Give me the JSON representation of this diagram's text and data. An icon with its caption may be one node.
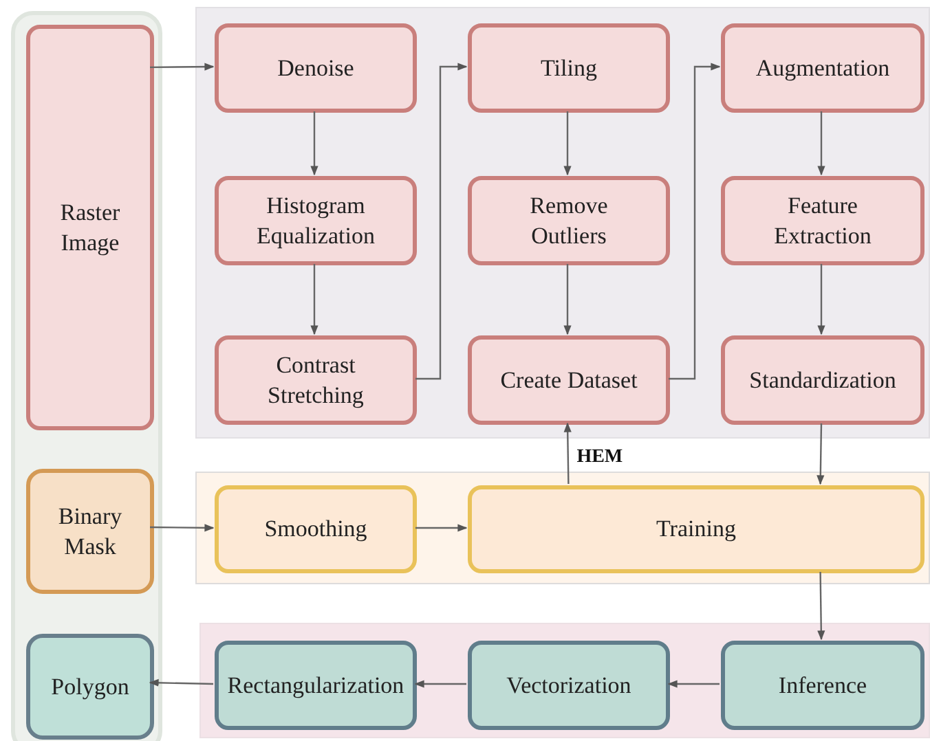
{
  "diagram": {
    "nodes": [
      {
        "text": [],
        "shape": "box"
      },
      {
        "text": [
          "Raster Image"
        ],
        "in": 0
      },
      {
        "text": [
          "Binary Mask"
        ],
        "in": 0
      },
      {
        "text": [
          "Polygon"
        ],
        "in": 0
      },
      {
        "text": [],
        "shape": "box"
      },
      {
        "text": [
          "Denoise"
        ],
        "in": 4
      },
      {
        "text": [
          "Histogram Equalization"
        ],
        "in": 4
      },
      {
        "text": [
          "Contrast Stretching"
        ],
        "in": 4
      },
      {
        "text": [
          "Tiling"
        ],
        "in": 4
      },
      {
        "text": [
          "Remove Outliers"
        ],
        "in": 4
      },
      {
        "text": [
          "Create Dataset"
        ],
        "in": 4
      },
      {
        "text": [
          "Augmentation"
        ],
        "in": 4
      },
      {
        "text": [
          "Feature Extraction"
        ],
        "in": 4
      },
      {
        "text": [
          "Standardization"
        ],
        "in": 4
      },
      {
        "text": [],
        "shape": "box"
      },
      {
        "text": [
          "Smoothing"
        ],
        "in": 14
      },
      {
        "text": [
          "Training"
        ],
        "in": 14
      },
      {
        "text": [],
        "shape": "box"
      },
      {
        "text": [
          "Rectangularization"
        ],
        "in": 17
      },
      {
        "text": [
          "Vectorization"
        ],
        "in": 17
      },
      {
        "text": [
          "Inference"
        ],
        "in": 17
      }
    ],
    "edges": [
      {
        "from": 1,
        "to": 5,
        "arrow": "to"
      },
      {
        "from": 5,
        "to": 6,
        "arrow": "to"
      },
      {
        "from": 6,
        "to": 7,
        "arrow": "to"
      },
      {
        "from": 7,
        "to": 8,
        "arrow": "to"
      },
      {
        "from": 8,
        "to": 9,
        "arrow": "to"
      },
      {
        "from": 9,
        "to": 10,
        "arrow": "to"
      },
      {
        "from": 10,
        "to": 11,
        "arrow": "to"
      },
      {
        "from": 11,
        "to": 12,
        "arrow": "to"
      },
      {
        "from": 12,
        "to": 13,
        "arrow": "to"
      },
      {
        "from": 13,
        "to": 16,
        "arrow": "to"
      },
      {
        "from": 2,
        "to": 15,
        "arrow": "to"
      },
      {
        "from": 15,
        "to": 16,
        "arrow": "to"
      },
      {
        "from": 16,
        "to": 10,
        "arrow": "to",
        "label": "HEM"
      },
      {
        "from": 16,
        "to": 20,
        "arrow": "to"
      },
      {
        "from": 20,
        "to": 19,
        "arrow": "to"
      },
      {
        "from": 19,
        "to": 18,
        "arrow": "to"
      },
      {
        "from": 18,
        "to": 3,
        "arrow": "to"
      }
    ]
  }
}
